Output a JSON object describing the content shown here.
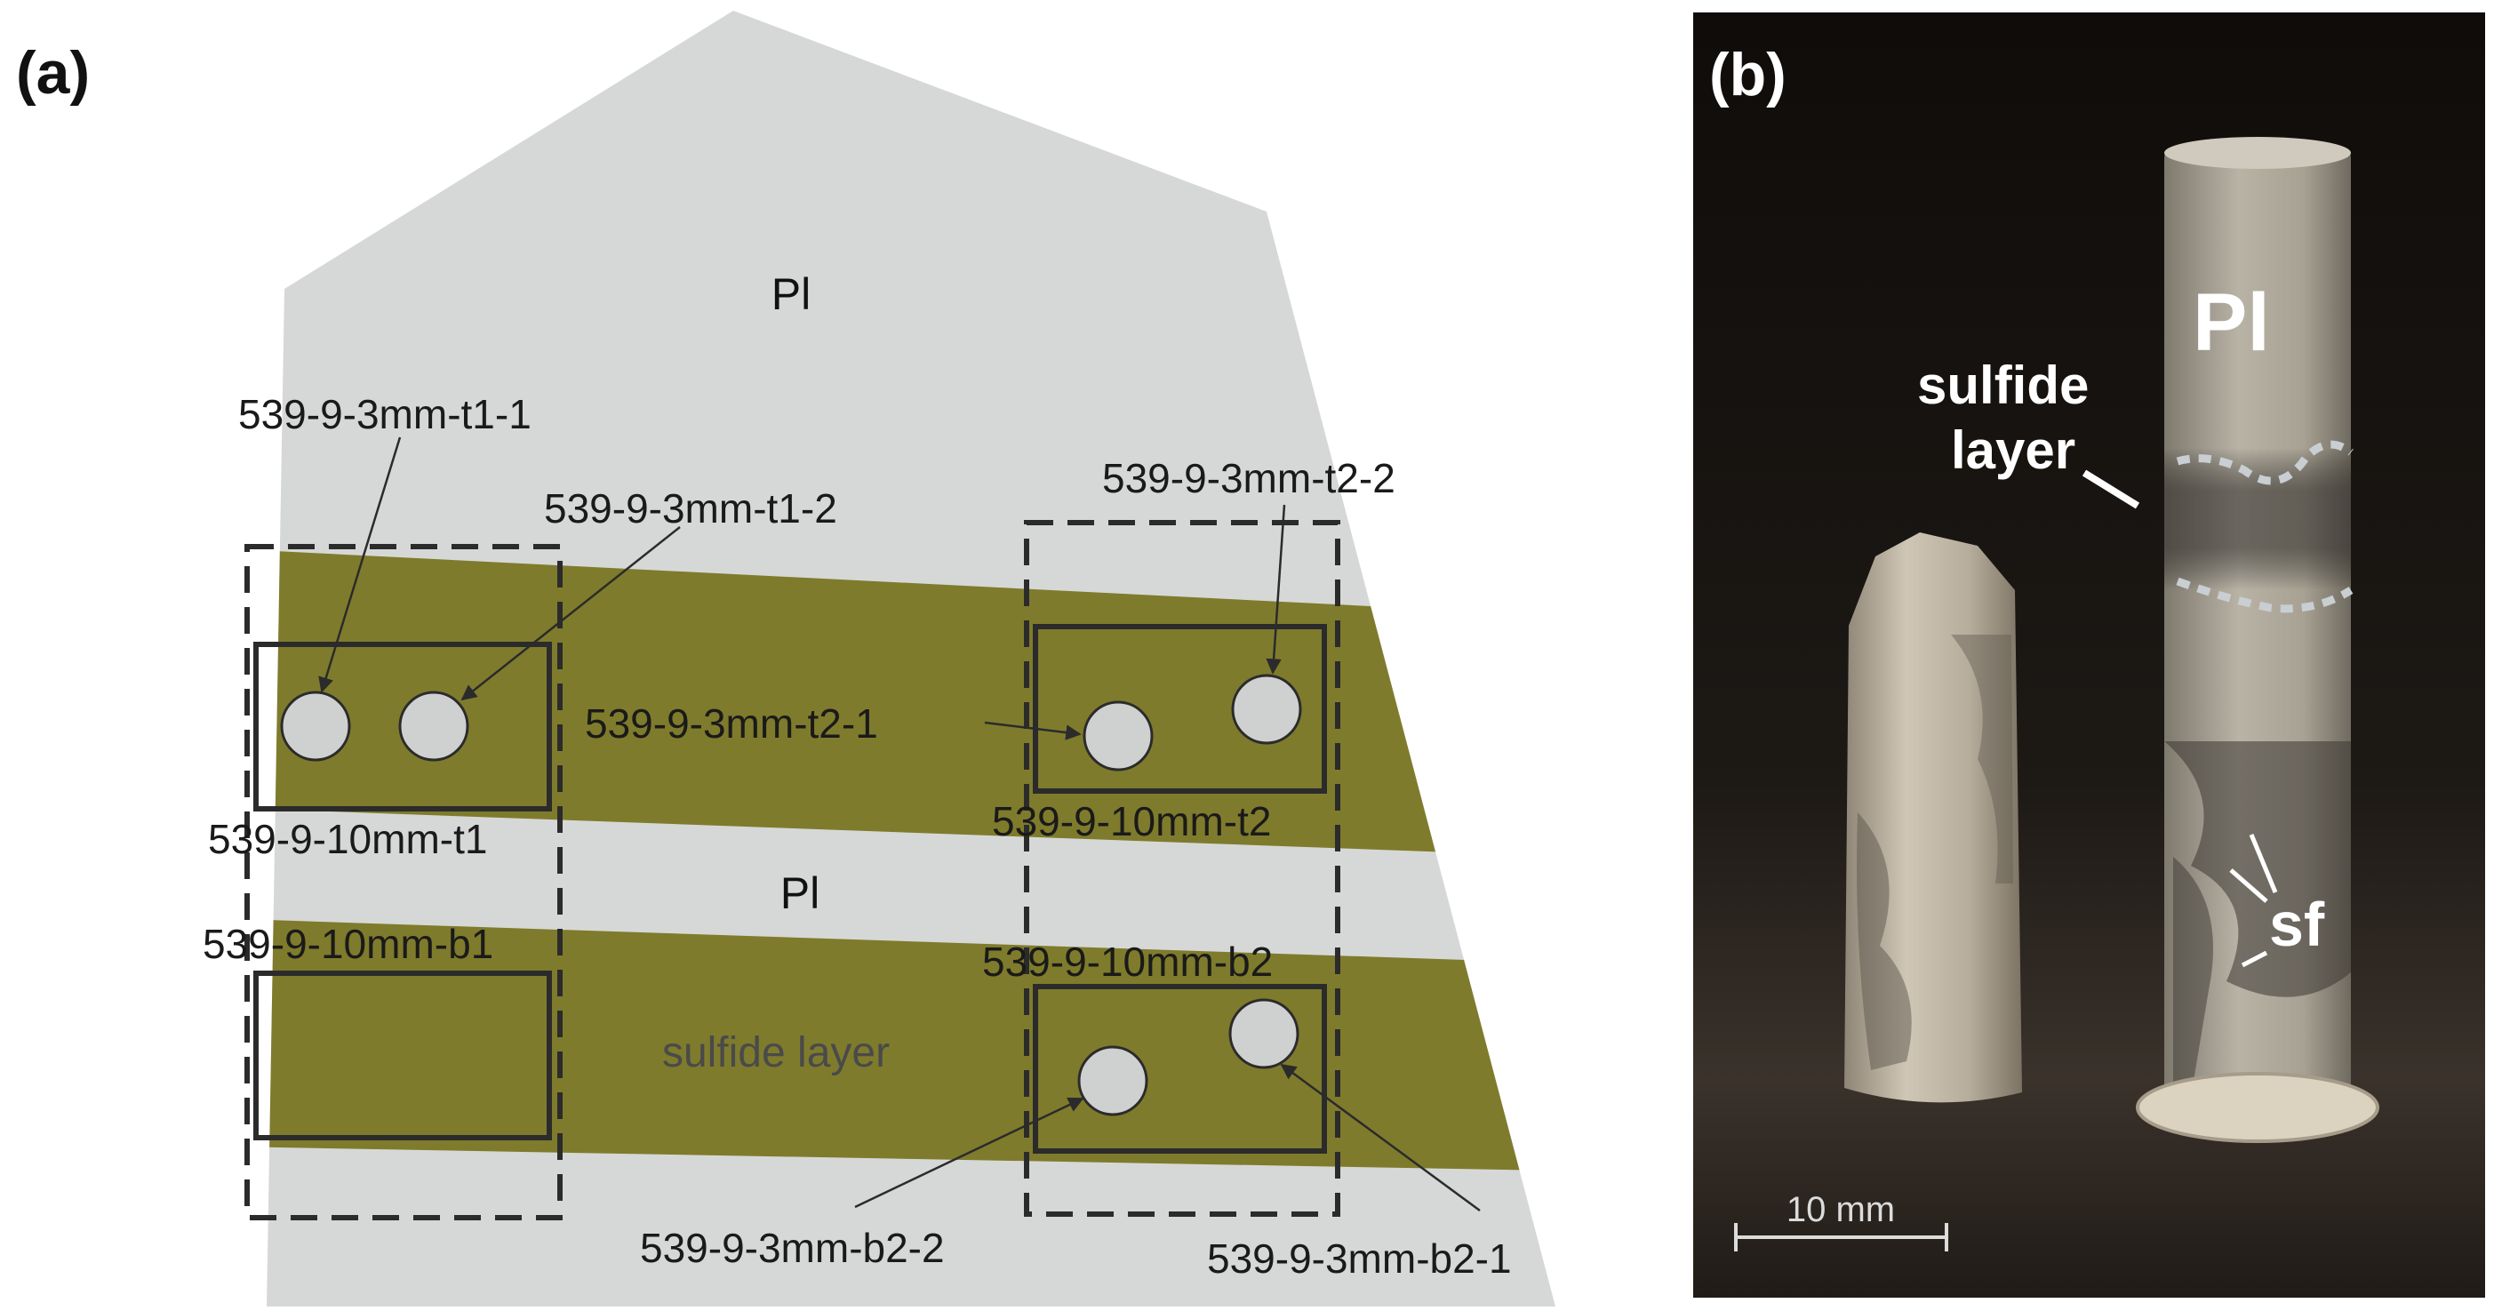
{
  "panel_a": {
    "label": "(a)",
    "pl_top": "Pl",
    "pl_middle": "Pl",
    "sulfide_layer": "sulfide layer",
    "samples": {
      "t1": "539-9-10mm-t1",
      "t2": "539-9-10mm-t2",
      "b1": "539-9-10mm-b1",
      "b2": "539-9-10mm-b2",
      "t1_1": "539-9-3mm-t1-1",
      "t1_2": "539-9-3mm-t1-2",
      "t2_1": "539-9-3mm-t2-1",
      "t2_2": "539-9-3mm-t2-2",
      "b2_1": "539-9-3mm-b2-1",
      "b2_2": "539-9-3mm-b2-2"
    }
  },
  "panel_b": {
    "label": "(b)",
    "pl": "Pl",
    "sulfide_line1": "sulfide",
    "sulfide_line2": "layer",
    "sf": "sf",
    "scale": "10 mm"
  },
  "colors": {
    "plagioclase": "#d6d8d7",
    "sulfide": "#7f7b2c",
    "sample_fill": "#cfd1d1",
    "outline": "#2b2b2b",
    "photo_background": "#161310"
  }
}
